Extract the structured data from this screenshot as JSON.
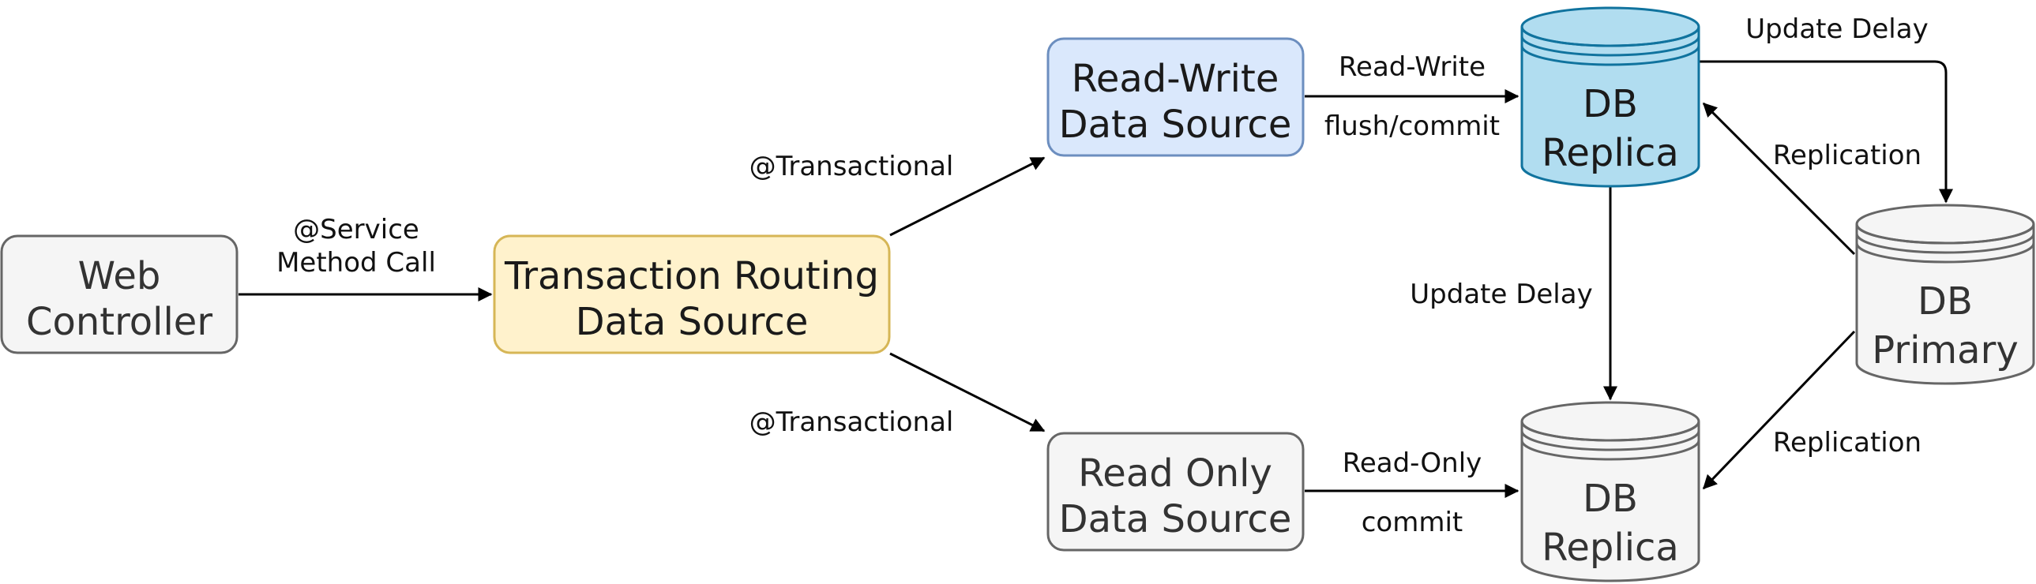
{
  "nodes": {
    "web_controller": {
      "line1": "Web",
      "line2": "Controller"
    },
    "routing_ds": {
      "line1": "Transaction Routing",
      "line2": "Data Source"
    },
    "rw_ds": {
      "line1": "Read-Write",
      "line2": "Data Source"
    },
    "ro_ds": {
      "line1": "Read Only",
      "line2": "Data Source"
    },
    "db_replica_top": {
      "line1": "DB",
      "line2": "Replica"
    },
    "db_replica_bottom": {
      "line1": "DB",
      "line2": "Replica"
    },
    "db_primary": {
      "line1": "DB",
      "line2": "Primary"
    }
  },
  "edges": {
    "service_call": {
      "line1": "@Service",
      "line2": "Method Call"
    },
    "transactional_top": "@Transactional",
    "transactional_bottom": "@Transactional",
    "read_write": "Read-Write",
    "flush_commit": "flush/commit",
    "read_only": "Read-Only",
    "commit": "commit",
    "update_delay_top": "Update Delay",
    "update_delay_mid": "Update Delay",
    "replication_top": "Replication",
    "replication_bottom": "Replication"
  },
  "colors": {
    "gray_fill": "#f5f5f5",
    "gray_stroke": "#666666",
    "yellow_fill": "#fff2cc",
    "yellow_stroke": "#d6b656",
    "blue_fill": "#dae8fc",
    "blue_stroke": "#6c8ebf",
    "db_blue_fill": "#b1ddf0",
    "db_blue_stroke": "#10739e"
  }
}
